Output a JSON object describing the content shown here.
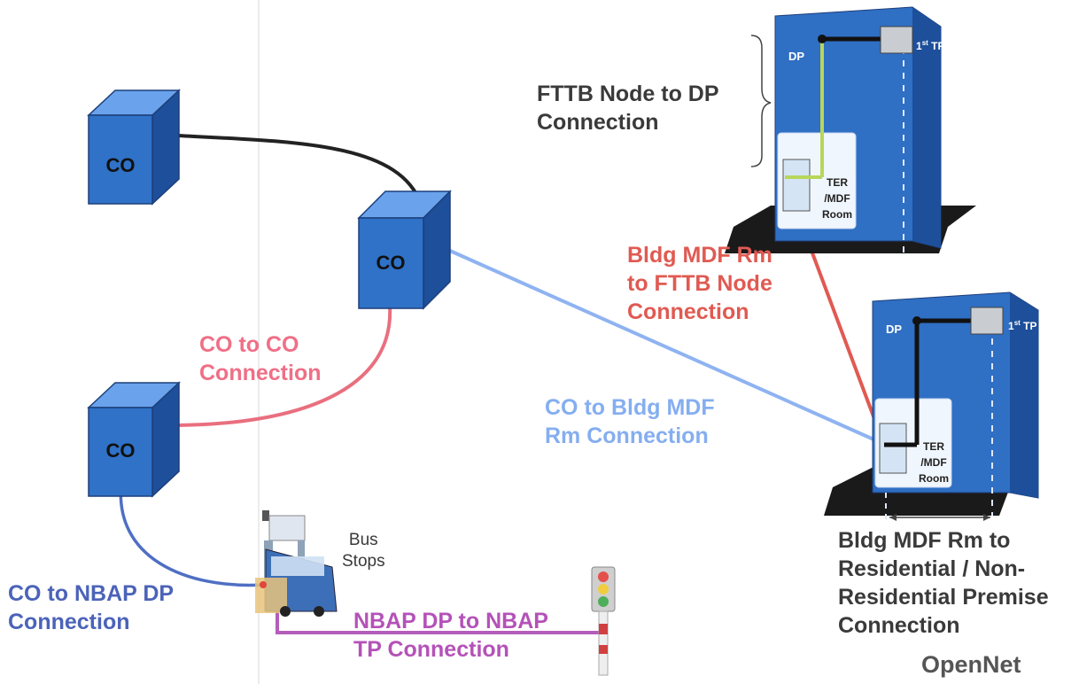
{
  "colors": {
    "cube_front": "#2f72c7",
    "cube_top": "#6aa3ec",
    "cube_side": "#1d4f9a",
    "co_co_link": "#e96f7f",
    "co_bldg_link": "#8fb3f1",
    "bldg_node_link": "#e05a52",
    "nbap_link": "#4f6fc4",
    "nbap_tp_link": "#b45dbb",
    "riser_green": "#b8d65a",
    "dark_label": "#3a3a3a",
    "pink_label": "#ef6f86",
    "light_blue_label": "#85aef0",
    "red_label": "#e05a52",
    "navy_label": "#4b63b8",
    "purple_label": "#b452b8"
  },
  "cos": [
    {
      "label": "CO"
    },
    {
      "label": "CO"
    },
    {
      "label": "CO"
    }
  ],
  "building_top": {
    "dp": "DP",
    "tp": "1",
    "tp_sup": "st",
    "tp_suffix": " TP",
    "room": [
      "TER",
      "/MDF",
      "Room"
    ]
  },
  "building_bottom": {
    "dp": "DP",
    "tp": "1",
    "tp_sup": "st",
    "tp_suffix": " TP",
    "room": [
      "TER",
      "/MDF",
      "Room"
    ]
  },
  "labels": {
    "fttb_node_dp": "FTTB Node to DP\nConnection",
    "bldg_mdf_fttb": "Bldg MDF Rm\nto FTTB Node\nConnection",
    "co_to_co": "CO to CO\nConnection",
    "co_to_bldg": "CO to Bldg MDF\nRm Connection",
    "co_to_nbap": "CO to NBAP DP\nConnection",
    "nbap_dp_tp": "NBAP DP to NBAP\nTP Connection",
    "bldg_premise": "Bldg MDF Rm to\nResidential / Non-\nResidential Premise\nConnection",
    "bus_stops": "Bus\nStops",
    "brand": "OpenNet"
  }
}
